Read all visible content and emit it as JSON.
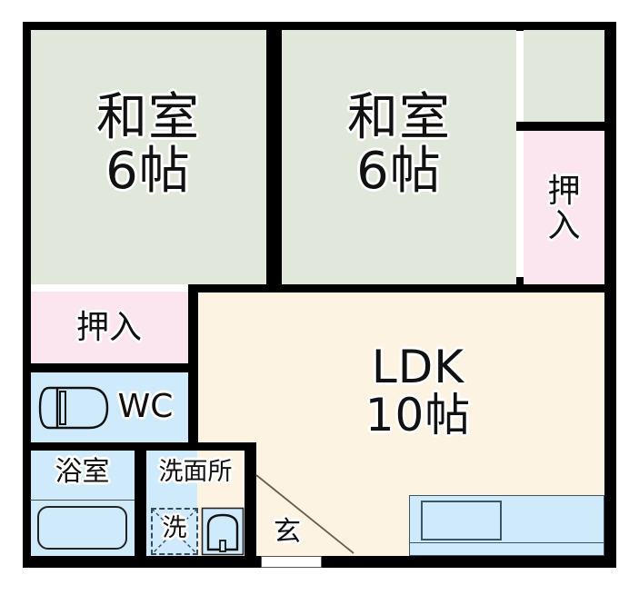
{
  "plan": {
    "title": "間取り図",
    "palette": {
      "wall": "#000000",
      "washitsu_fill": "#e1e7da",
      "closet_fill": "#fbe5ee",
      "ldk_fill": "#fdf3e2",
      "water_fill": "#cfeafb",
      "counter_fill": "#cfeafb",
      "background": "#ffffff",
      "outline": "#222222"
    },
    "rooms": [
      {
        "id": "washitsu-left",
        "name": "和室（左）",
        "label_line1": "和室",
        "label_line2": "6帖",
        "type": "japanese-room",
        "size_jo": 6,
        "fill": "#e1e7da"
      },
      {
        "id": "washitsu-right",
        "name": "和室（右）",
        "label_line1": "和室",
        "label_line2": "6帖",
        "type": "japanese-room",
        "size_jo": 6,
        "fill": "#e1e7da"
      },
      {
        "id": "ldk",
        "name": "LDK",
        "label_line1": "LDK",
        "label_line2": "10帖",
        "type": "living-dining-kitchen",
        "size_jo": 10,
        "fill": "#fdf3e2"
      },
      {
        "id": "closet-right",
        "name": "押入（右）",
        "label_line1": "押",
        "label_line2": "入",
        "type": "closet",
        "fill": "#fbe5ee",
        "orientation": "vertical"
      },
      {
        "id": "closet-left",
        "name": "押入（左）",
        "label_line1": "押入",
        "type": "closet",
        "fill": "#fbe5ee",
        "orientation": "horizontal"
      },
      {
        "id": "wc",
        "name": "WC",
        "label_line1": "WC",
        "type": "toilet",
        "fill": "#cfeafb"
      },
      {
        "id": "bath",
        "name": "浴室",
        "label_line1": "浴室",
        "type": "bathroom",
        "fill": "#cfeafb"
      },
      {
        "id": "washroom",
        "name": "洗面所",
        "label_line1": "洗面所",
        "type": "washroom",
        "fill": "#cfeafb"
      },
      {
        "id": "alcove",
        "name": "和室上部（押入上段）",
        "label_line1": "",
        "type": "alcove",
        "fill": "#e1e7da"
      },
      {
        "id": "genkan",
        "name": "玄関",
        "label_line1": "玄",
        "type": "entrance",
        "fill": "#fdf3e2"
      }
    ],
    "fixtures": [
      {
        "id": "toilet",
        "name": "洋式便器",
        "room": "wc"
      },
      {
        "id": "bathtub",
        "name": "浴槽",
        "room": "bath"
      },
      {
        "id": "washing-machine",
        "name": "洗濯機置場",
        "label": "洗",
        "room": "washroom"
      },
      {
        "id": "vanity-sink",
        "name": "洗面台",
        "room": "washroom"
      },
      {
        "id": "kitchen-counter",
        "name": "キッチンカウンター",
        "room": "ldk"
      },
      {
        "id": "kitchen-sink",
        "name": "シンク",
        "room": "ldk"
      },
      {
        "id": "entrance-door",
        "name": "玄関ドア",
        "room": "genkan"
      },
      {
        "id": "entrance-step",
        "name": "上がり框",
        "room": "genkan"
      }
    ]
  }
}
